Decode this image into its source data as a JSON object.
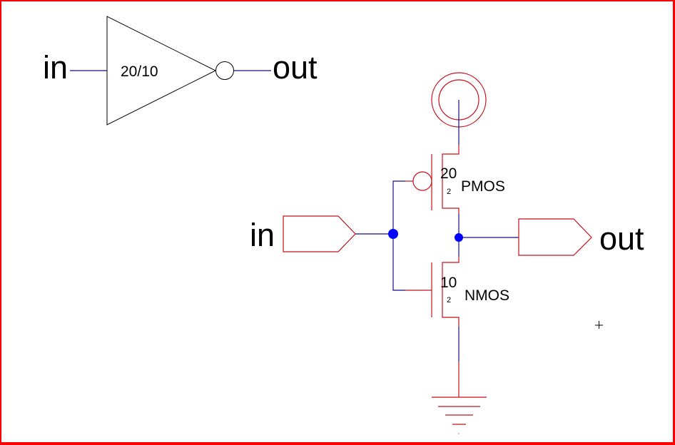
{
  "colors": {
    "border": "#ff0000",
    "device": "#c8101c",
    "wire": "#10108c",
    "junction": "#0000ff",
    "symbol": "#000000"
  },
  "inverter_symbol": {
    "input_label": "in",
    "output_label": "out",
    "size_ratio": "20/10"
  },
  "transistor_schematic": {
    "input_pin_label": "in",
    "output_pin_label": "out",
    "supply": "vdd-icon",
    "ground": "ground-icon",
    "pmos": {
      "type": "PMOS",
      "width": "20",
      "length": "2"
    },
    "nmos": {
      "type": "NMOS",
      "width": "10",
      "length": "2"
    }
  },
  "cursor": "crosshair-icon"
}
